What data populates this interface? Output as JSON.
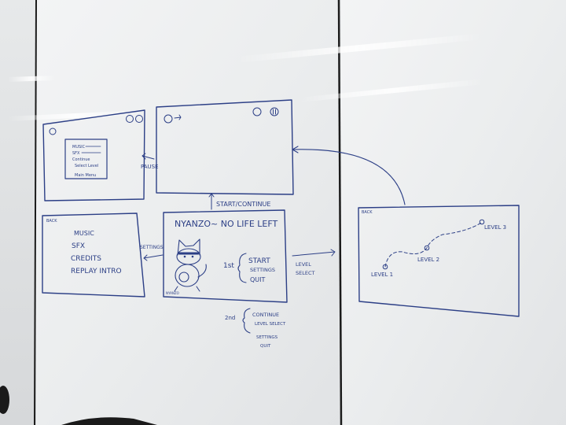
{
  "board": {
    "ink_color": "#2c3f86",
    "frame_color": "#141414",
    "surface_color": "#eef0f1"
  },
  "pause_screen": {
    "menu": [
      "MUSIC",
      "SFX",
      "Continue",
      "Select Level",
      "Main Menu"
    ],
    "arrow_label": "PAUSE"
  },
  "gameplay_screen": {
    "arrow_label": "START/CONTINUE"
  },
  "settings_screen": {
    "back_label": "BACK",
    "items": [
      "MUSIC",
      "SFX",
      "CREDITS",
      "REPLAY INTRO"
    ],
    "arrow_label": "SETTINGS"
  },
  "title_screen": {
    "title": "NYANZO~ NO LIFE LEFT",
    "first_time_label": "1st",
    "first_time_options": [
      "START",
      "SETTINGS",
      "QUIT"
    ],
    "corner_label": "NYANZO",
    "arrow_label_line1": "LEVEL",
    "arrow_label_line2": "SELECT"
  },
  "returning_menu": {
    "label": "2nd",
    "options": [
      "CONTINUE",
      "LEVEL SELECT",
      "SETTINGS",
      "QUIT"
    ]
  },
  "level_select_screen": {
    "back_label": "BACK",
    "levels": [
      "LEVEL 1",
      "LEVEL 2",
      "LEVEL 3"
    ]
  }
}
